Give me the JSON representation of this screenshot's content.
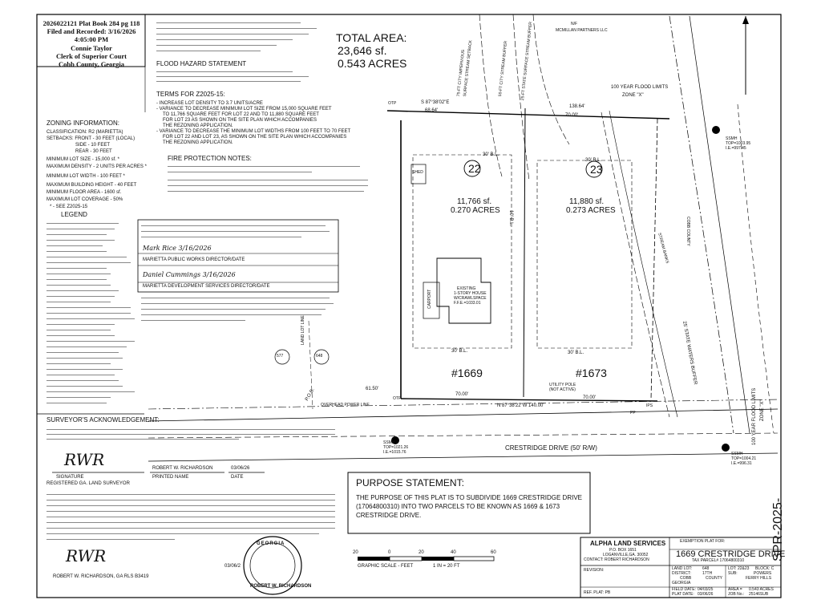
{
  "recording": {
    "line1": "2026022121 Plat Book 284 pg 118",
    "line2": "Filed and Recorded: 3/16/2026 4:05:00 PM",
    "line3": "Connie Taylor",
    "line4": "Clerk of Superior Court",
    "line5": "Cobb County, Georgia"
  },
  "area": {
    "label": "TOTAL AREA:",
    "sf": "23,646 sf.",
    "acres": "0.543 ACRES"
  },
  "headings": {
    "flood": "FLOOD HAZARD STATEMENT",
    "terms": "TERMS FOR Z2025-15:",
    "zoning": "ZONING INFORMATION:",
    "fire": "FIRE PROTECTION NOTES:",
    "legend": "LEGEND",
    "surveyor": "SURVEYOR'S ACKNOWLEDGEMENT:",
    "purpose": "PURPOSE STATEMENT:"
  },
  "terms": [
    "- INCREASE LOT DENSITY TO 3.7 UNITS/ACRE",
    "- VARIANCE TO DECREASE MINIMUM LOT SIZE FROM 15,000 SQUARE FEET",
    "TO 11,766 SQUARE FEET FOR LOT 22 AND TO 11,880 SQUARE FEET",
    "FOR LOT 23 AS SHOWN ON THE SITE PLAN WHICH ACCOMPANIES",
    "THE REZONING APPLICATION.",
    "- VARIANCE TO DECREASE THE MINIMUM LOT WIDTHS FROM 100 FEET TO 70 FEET",
    "FOR LOT 22 AND LOT 23, AS SHOWN ON THE SITE PLAN WHICH ACCOMPANIES",
    "THE REZONING APPLICATION."
  ],
  "zoning": [
    "CLASSIFICATION: R2 (MARIETTA)",
    "SETBACKS: FRONT - 30 FEET (LOCAL)",
    "SIDE - 10 FEET",
    "REAR - 30 FEET",
    "MINIMUM LOT SIZE - 15,000 sf. *",
    "MAXIMUM DENSITY - 2 UNITS PER ACRES *",
    "MINIMUM LOT WIDTH - 100 FEET *",
    "MAXIMUM BUILDING HEIGHT - 40 FEET",
    "MINIMUM FLOOR AREA - 1600 sf.",
    "MAXIMUM LOT COVERAGE - 50%",
    "* - SEE Z2025-15"
  ],
  "approval": {
    "signer1": "Mark Rice 3/16/2026",
    "title1": "MARIETTA PUBLIC WORKS DIRECTOR/DATE",
    "signer2": "Daniel Cummings 3/16/2026",
    "title2": "MARIETTA DEVELOPMENT SERVICES DIRECTOR/DATE"
  },
  "surveyor": {
    "name": "ROBERT W. RICHARDSON",
    "date": "03/06/26",
    "signature_caption": "SIGNATURE",
    "printed_caption": "PRINTED NAME",
    "date_caption": "DATE",
    "registered": "REGISTERED GA. LAND SURVEYOR",
    "rls": "ROBERT W. RICHARDSON, GA RLS B3419",
    "seal_date": "03/06/2"
  },
  "purpose": {
    "text1": "THE PURPOSE OF THIS PLAT IS TO SUBDIVIDE 1669 CRESTRIDGE DRIVE",
    "text2": "(17064800310) INTO TWO PARCELS TO BE KNOWN AS 1669 & 1673",
    "text3": "CRESTRIDGE DRIVE."
  },
  "plat": {
    "lot22": "22",
    "lot22_sf": "11,766 sf.",
    "lot22_ac": "0.270 ACRES",
    "lot23": "23",
    "lot23_sf": "11,880 sf.",
    "lot23_ac": "0.273 ACRES",
    "addr1669": "#1669",
    "addr1673": "#1673",
    "road": "CRESTRIDGE DRIVE (50' R/W)",
    "bearing_top": "S 87°38'02\"E",
    "bearing_bottom": "N 87°38'22\"W  140.00'",
    "d_68": "68.64'",
    "d_138": "138.64'",
    "d_70a": "70.00'",
    "d_70b": "70.00'",
    "d_70c": "70.00'",
    "d_61": "61.50'",
    "bl30a": "30' B.L.",
    "bl30b": "30' B.L.",
    "bl30c": "30' B.L.",
    "bl30d": "30' B.L.",
    "bl10": "10' B.L.",
    "house": "EXISTING",
    "house2": "1-STORY HOUSE",
    "house3": "W/CRAWLSPACE",
    "house4": "F.F.E.=1033.01",
    "carport": "CARPORT",
    "shed": "SHED",
    "pole": "UTILITY POLE",
    "pole2": "(NOT ACTIVE)",
    "flood": "100 YEAR FLOOD LIMITS",
    "zone": "ZONE \"X\"",
    "flood2": "100 YEAR FLOOD LIMITS",
    "zone2": "ZONE \"X\"",
    "buffer": "25' STATE WATERS BUFFER",
    "stream": "STREAM BANKS",
    "buf75": "75-FT CITY IMPERVIOUS",
    "buf75b": "SURFACE STREAM SETBACK",
    "buf50": "50-FT CITY STREAM BUFFER",
    "buf25": "25-FT STATE SURFACE STREAM BUFFER",
    "ssmh1": "SSMH",
    "ssmh1b": "TOP=1003.95",
    "ssmh1c": "I.E.=997.45",
    "ssmh2": "SSMH",
    "ssmh2b": "TOP=1021.26",
    "ssmh2c": "I.E.=1015.76",
    "ssmh3": "SSMH",
    "ssmh3b": "TOP=1004.21",
    "ssmh3c": "I.E.=996.31",
    "ll577": "577",
    "ll648": "648",
    "ll_label": "LAND LOT LINE",
    "pob": "P.O.B.",
    "pp": "PP",
    "ips": "IPS",
    "otp1": "OTP",
    "otp2": "OTP",
    "ovh": "OVERHEAD POWER LINE",
    "mcmillan": "MCMILLAN PARTNERS LLC",
    "nf": "N/F",
    "cobb": "COBB COUNTY"
  },
  "scale": {
    "ticks": [
      "20",
      "0",
      "20",
      "40",
      "60"
    ],
    "label": "GRAPHIC SCALE - FEET",
    "ratio": "1 IN = 20 FT"
  },
  "titleblock": {
    "firm": "ALPHA LAND SERVICES",
    "addr1": "P.O. BOX 1651",
    "addr2": "LOGANVILLE,GA. 30052",
    "contact": "CONTACT: ROBERT RICHARDSON",
    "exemption": "EXEMPTION PLAT FOR:",
    "address": "1669 CRESTRIDGE DRIVE",
    "parcel": "TAX PARCEL# 17064800310",
    "revision": "REVISION:",
    "landlot": "LAND LOT:",
    "landlot_v": "648",
    "district": "DISTRICT:",
    "district_v": "17TH",
    "county": "COBB",
    "county_c": "COUNTY",
    "state": "GEORGIA",
    "lot": "LOT: 22&23",
    "block": "BLOCK: C",
    "sub": "SUB:",
    "sub_v": "POWERS",
    "sub_v2": "FERRY HILLS",
    "area_l": "AREA =",
    "area_v": "0.543 ACRES",
    "job_l": "JOB No.:",
    "job_v": "25146SUB",
    "fd_l": "FIELD DATE:",
    "fd_v": "04/03/25",
    "pd_l": "PLAT DATE:",
    "pd_v": "03/06/26",
    "ref": "REF. PLAT: PB"
  },
  "spr": "SPR-2025-"
}
